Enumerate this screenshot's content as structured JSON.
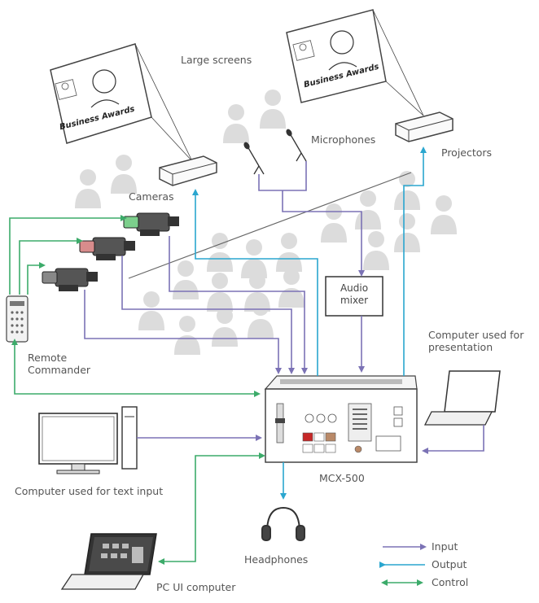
{
  "labels": {
    "large_screens": "Large screens",
    "microphones": "Microphones",
    "projectors": "Projectors",
    "cameras": "Cameras",
    "audio_mixer_1": "Audio",
    "audio_mixer_2": "mixer",
    "computer_presentation_1": "Computer used for",
    "computer_presentation_2": "presentation",
    "remote_commander_1": "Remote",
    "remote_commander_2": "Commander",
    "computer_text_input": "Computer used for text input",
    "mcx500": "MCX-500",
    "headphones": "Headphones",
    "pc_ui_computer": "PC UI computer"
  },
  "screen_caption": "Business Awards",
  "legend": [
    {
      "label": "Input",
      "color": "#7b72b5"
    },
    {
      "label": "Output",
      "color": "#2aa6cf"
    },
    {
      "label": "Control",
      "color": "#3cab6a"
    }
  ],
  "colors": {
    "input": "#7b72b5",
    "output": "#2aa6cf",
    "control": "#3cab6a",
    "audience": "#d9d9d9"
  }
}
